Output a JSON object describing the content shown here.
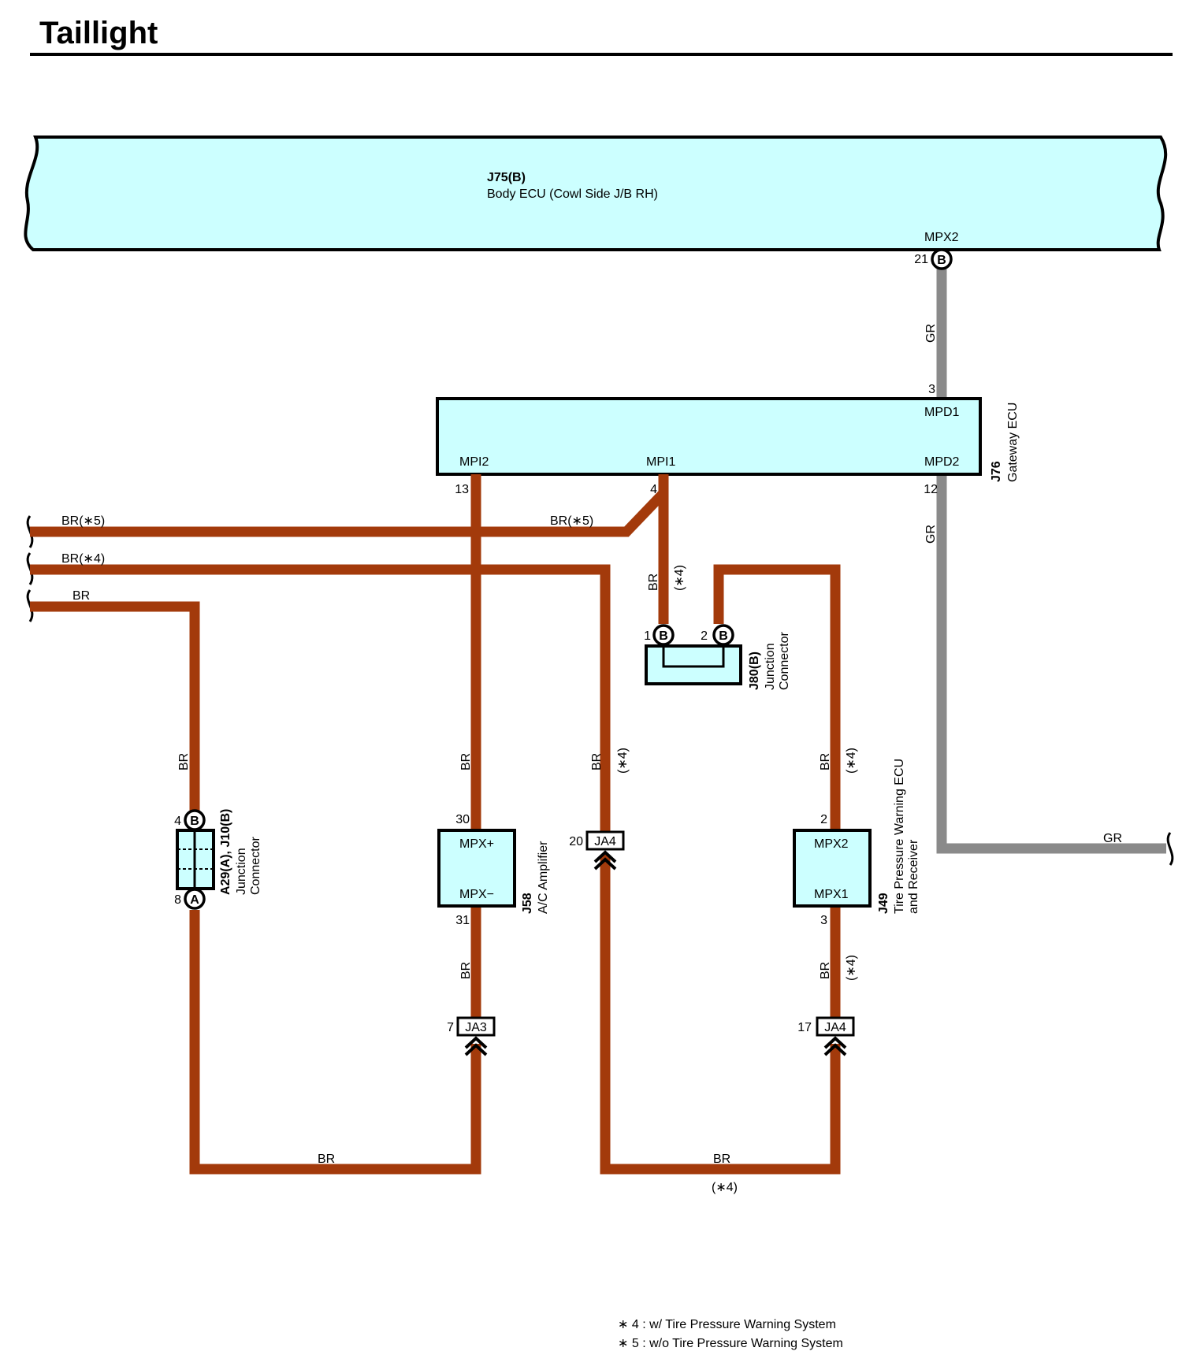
{
  "title": "Taillight",
  "body_ecu": {
    "code": "J75(B)",
    "name": "Body ECU (Cowl Side J/B RH)",
    "pin_name": "MPX2",
    "pin_no": "21",
    "conn_letter": "B"
  },
  "gateway_ecu": {
    "code": "J76",
    "name": "Gateway ECU",
    "pin_mpd1": "MPD1",
    "pin_mpd2": "MPD2",
    "pin_mpi2": "MPI2",
    "pin_mpi1": "MPI1",
    "no_mpd1": "3",
    "no_mpd2": "12",
    "no_mpi2": "13",
    "no_mpi1": "4"
  },
  "junction_j80": {
    "code": "J80(B)",
    "name_line1": "Junction",
    "name_line2": "Connector",
    "pin1": "1",
    "pin2": "2",
    "letter1": "B",
    "letter2": "B"
  },
  "junction_a29": {
    "code": "A29(A), J10(B)",
    "name_line1": "Junction",
    "name_line2": "Connector",
    "pin_top": "4",
    "pin_bottom": "8",
    "letter_top": "B",
    "letter_bottom": "A"
  },
  "ac_amp": {
    "code": "J58",
    "name": "A/C Amplifier",
    "pin_plus": "MPX+",
    "pin_minus": "MPX−",
    "no_plus": "30",
    "no_minus": "31"
  },
  "tpms": {
    "code": "J49",
    "name_line1": "Tire Pressure Warning ECU",
    "name_line2": "and Receiver",
    "pin_mpx2": "MPX2",
    "pin_mpx1": "MPX1",
    "no_mpx2": "2",
    "no_mpx1": "3"
  },
  "inline_connectors": [
    {
      "label": "JA3",
      "pin": "7"
    },
    {
      "label": "JA4",
      "pin": "20"
    },
    {
      "label": "JA4",
      "pin": "17"
    }
  ],
  "wire_labels": {
    "br": "BR",
    "gr": "GR",
    "br5": "BR(∗5)",
    "br4": "BR(∗4)",
    "star4": "(∗4)"
  },
  "notes": [
    "∗ 4 : w/ Tire Pressure Warning System",
    "∗ 5 : w/o Tire Pressure Warning System"
  ],
  "colors": {
    "br_wire": "#a33a0b",
    "gr_wire": "#8a8a8a",
    "component_fill": "#ccffff"
  }
}
